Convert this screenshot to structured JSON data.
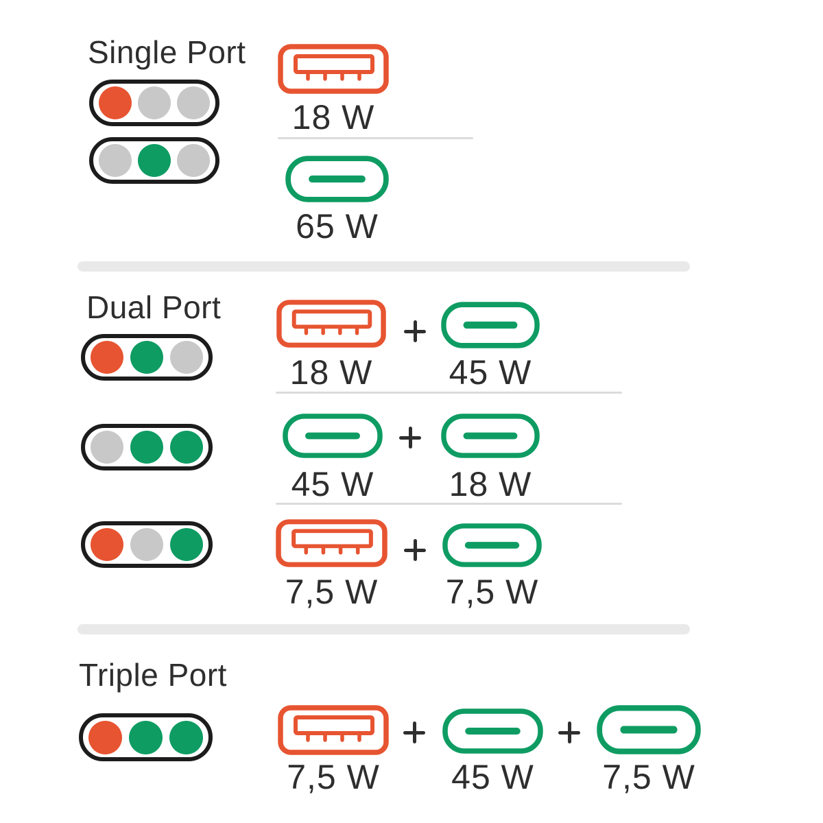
{
  "colors": {
    "orange": "#E75431",
    "green": "#0E9C63",
    "gray": "#C8C8C8",
    "outline": "#1C1C1C",
    "text": "#2E2E2E",
    "divider_line": "#DBDBDB",
    "divider_band": "#E9E9E9"
  },
  "sections": [
    {
      "title": "Single Port",
      "rows": [
        {
          "lights": [
            "orange",
            "gray",
            "gray"
          ],
          "ports": [
            {
              "type": "usb-a",
              "color": "orange",
              "label": "18 W"
            }
          ]
        },
        {
          "lights": [
            "gray",
            "green",
            "gray"
          ],
          "ports": [
            {
              "type": "usb-c",
              "color": "green",
              "label": "65 W"
            }
          ]
        }
      ]
    },
    {
      "title": "Dual Port",
      "rows": [
        {
          "lights": [
            "orange",
            "green",
            "gray"
          ],
          "ports": [
            {
              "type": "usb-a",
              "color": "orange",
              "label": "18 W"
            },
            {
              "type": "usb-c",
              "color": "green",
              "label": "45 W"
            }
          ]
        },
        {
          "lights": [
            "gray",
            "green",
            "green"
          ],
          "ports": [
            {
              "type": "usb-c",
              "color": "green",
              "label": "45 W"
            },
            {
              "type": "usb-c",
              "color": "green",
              "label": "18 W"
            }
          ]
        },
        {
          "lights": [
            "orange",
            "gray",
            "green"
          ],
          "ports": [
            {
              "type": "usb-a",
              "color": "orange",
              "label": "7,5 W"
            },
            {
              "type": "usb-c",
              "color": "green",
              "label": "7,5 W"
            }
          ]
        }
      ]
    },
    {
      "title": "Triple Port",
      "rows": [
        {
          "lights": [
            "orange",
            "green",
            "green"
          ],
          "ports": [
            {
              "type": "usb-a",
              "color": "orange",
              "label": "7,5 W"
            },
            {
              "type": "usb-c",
              "color": "green",
              "label": "45 W"
            },
            {
              "type": "usb-c",
              "color": "green",
              "label": "7,5 W"
            }
          ]
        }
      ]
    }
  ]
}
